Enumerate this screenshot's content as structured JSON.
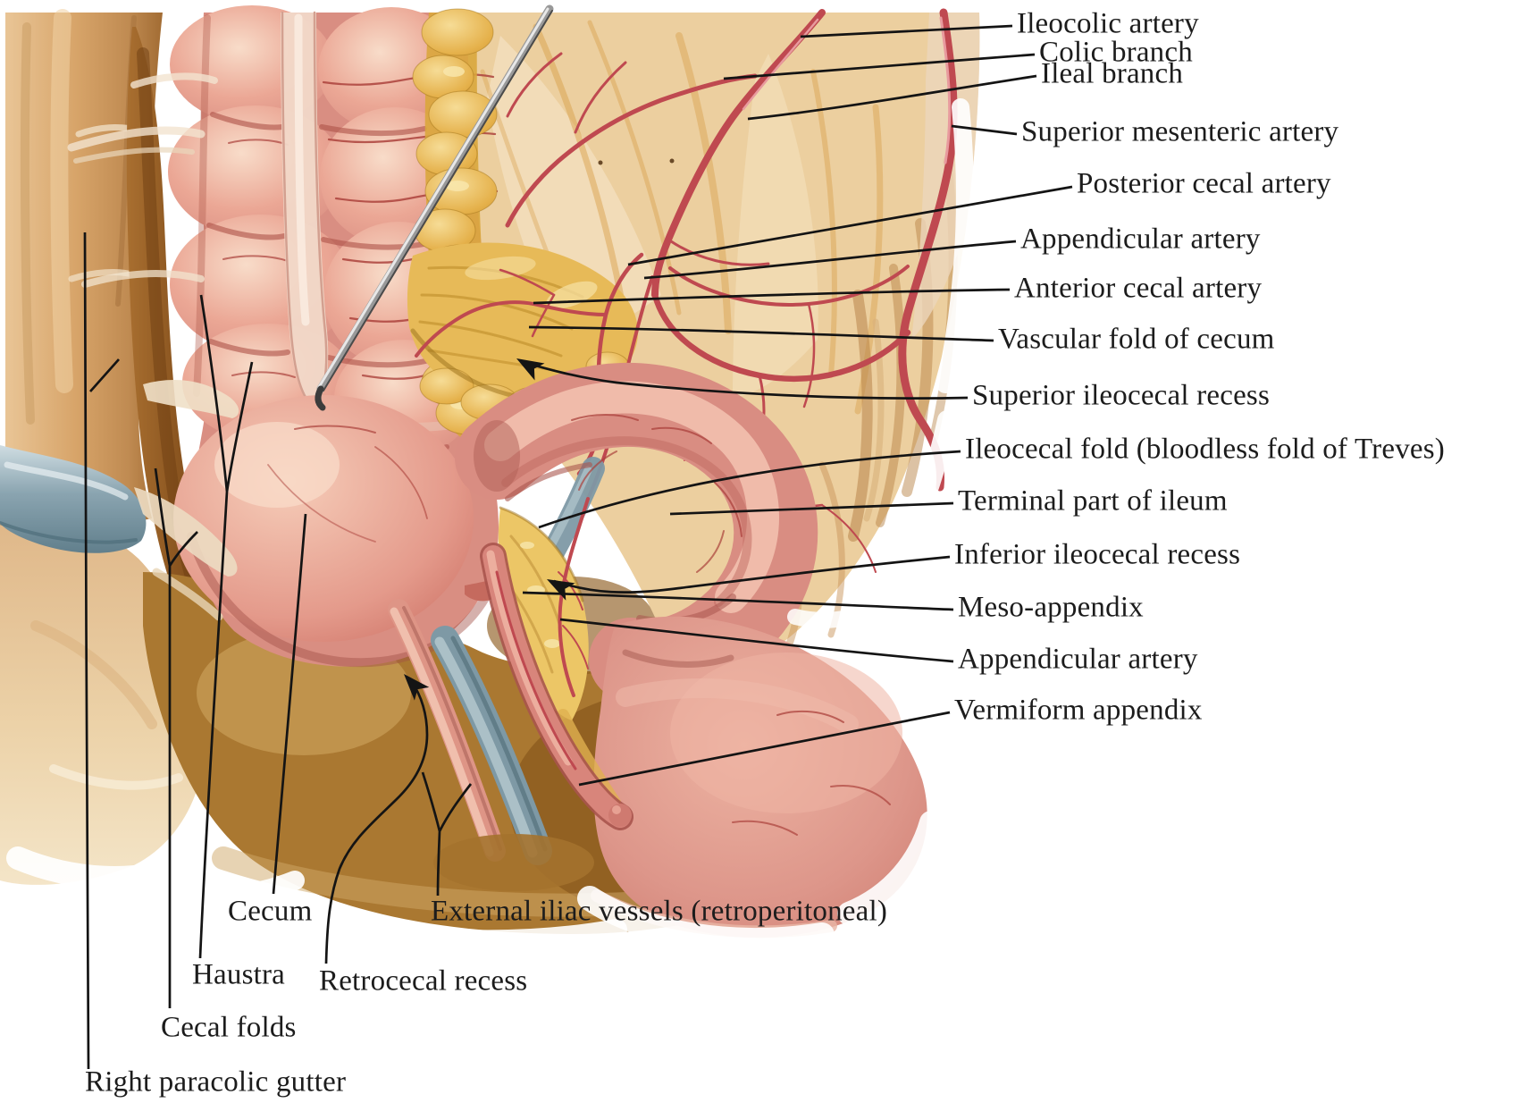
{
  "labels": {
    "right": [
      {
        "text": "Ileocolic artery"
      },
      {
        "text": "Colic branch"
      },
      {
        "text": "Ileal branch"
      },
      {
        "text": "Superior mesenteric artery"
      },
      {
        "text": "Posterior cecal artery"
      },
      {
        "text": "Appendicular artery"
      },
      {
        "text": "Anterior cecal artery"
      },
      {
        "text": "Vascular fold of cecum"
      },
      {
        "text": "Superior ileocecal recess"
      },
      {
        "text": "Ileocecal fold (bloodless fold of Treves)"
      },
      {
        "text": "Terminal part of ileum"
      },
      {
        "text": "Inferior ileocecal recess"
      },
      {
        "text": "Meso-appendix"
      },
      {
        "text": "Appendicular artery"
      },
      {
        "text": "Vermiform appendix"
      }
    ],
    "bottom": [
      {
        "text": "Cecum"
      },
      {
        "text": "External iliac vessels (retroperitoneal)"
      },
      {
        "text": "Haustra"
      },
      {
        "text": "Retrocecal recess"
      },
      {
        "text": "Cecal folds"
      },
      {
        "text": "Right paracolic gutter"
      }
    ]
  },
  "palette": {
    "artery_red": "#bf4950",
    "bowel_pink": "#e09186",
    "mesentery_tan": "#eccf9f",
    "fat_yellow": "#e2ac42",
    "vein_blue": "#7e99a5",
    "leader_black": "#141414"
  }
}
